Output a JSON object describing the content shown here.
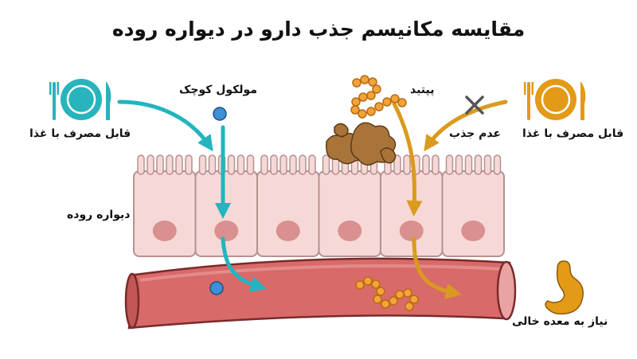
{
  "title": "مقایسه مکانیسم جذب دارو در دیواره روده",
  "labels": {
    "left_plate": "قابل مصرف با غذا",
    "small_molecule": "مولکول کوچک",
    "intestinal_wall": "دیواره روده",
    "peptide": "پپتید",
    "no_absorption": "عدم جذب",
    "right_plate": "قابل مصرف با غذا",
    "empty_stomach": "نیاز به معده خالی"
  },
  "colors": {
    "teal_path": "#22b5bf",
    "orange_path": "#d99a1e",
    "plate_teal": "#27b4bd",
    "plate_orange": "#e39a17",
    "cell_fill": "#f6d9d6",
    "cell_stroke": "#b59190",
    "nucleus": "#d9908f",
    "vessel": "#d96a6a",
    "molecule_blue": "#3d8fd6",
    "food_brown": "#a9743a"
  },
  "icons": [
    "fork-knife-plate-icon",
    "cross-icon",
    "stomach-icon"
  ]
}
